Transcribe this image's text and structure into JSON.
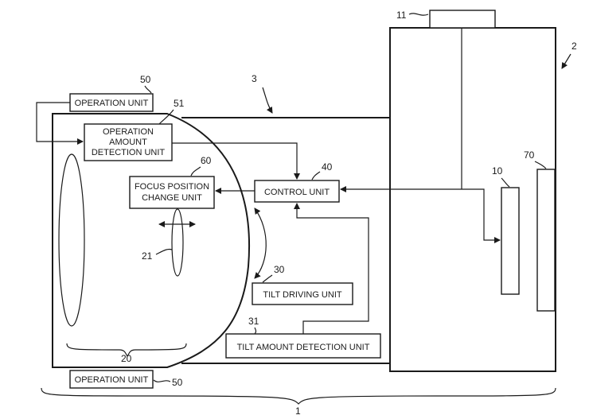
{
  "labels": {
    "operation_unit_top": "OPERATION UNIT",
    "operation_amount_line1": "OPERATION",
    "operation_amount_line2": "AMOUNT",
    "operation_amount_line3": "DETECTION UNIT",
    "focus_line1": "FOCUS POSITION",
    "focus_line2": "CHANGE UNIT",
    "control_unit": "CONTROL UNIT",
    "tilt_driving_unit": "TILT DRIVING UNIT",
    "tilt_amount_detection_unit": "TILT AMOUNT DETECTION UNIT",
    "operation_unit_bottom": "OPERATION UNIT"
  },
  "refs": {
    "r1": "1",
    "r2": "2",
    "r3": "3",
    "r10": "10",
    "r11": "11",
    "r20": "20",
    "r21": "21",
    "r30": "30",
    "r31": "31",
    "r40": "40",
    "r50_top": "50",
    "r50_bottom": "50",
    "r51": "51",
    "r60": "60",
    "r70": "70"
  }
}
